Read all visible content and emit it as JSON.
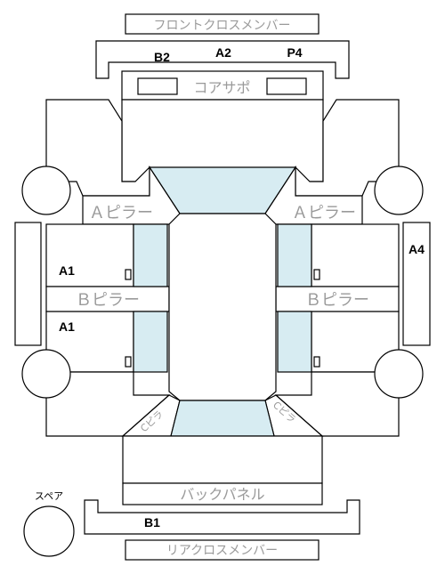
{
  "labels": {
    "front_cross_member": "フロントクロスメンバー",
    "core_support": "コアサポ",
    "a_pillar_left": "Ａピラー",
    "a_pillar_right": "Ａピラー",
    "b_pillar_left": "Ｂピラー",
    "b_pillar_right": "Ｂピラー",
    "back_panel": "バックパネル",
    "rear_cross_member": "リアクロスメンバー",
    "spare": "スペア",
    "c_pillar_left": "Cピラ",
    "c_pillar_right": "Cピラ"
  },
  "codes": {
    "front_b2": "B2",
    "front_a2": "A2",
    "front_p4": "P4",
    "left_upper": "A1",
    "left_lower": "A1",
    "right": "A4",
    "rear_b1": "B1"
  },
  "colors": {
    "glass": "#d7ecf2",
    "label_gray": "#9a9a9a",
    "line": "#000000"
  }
}
